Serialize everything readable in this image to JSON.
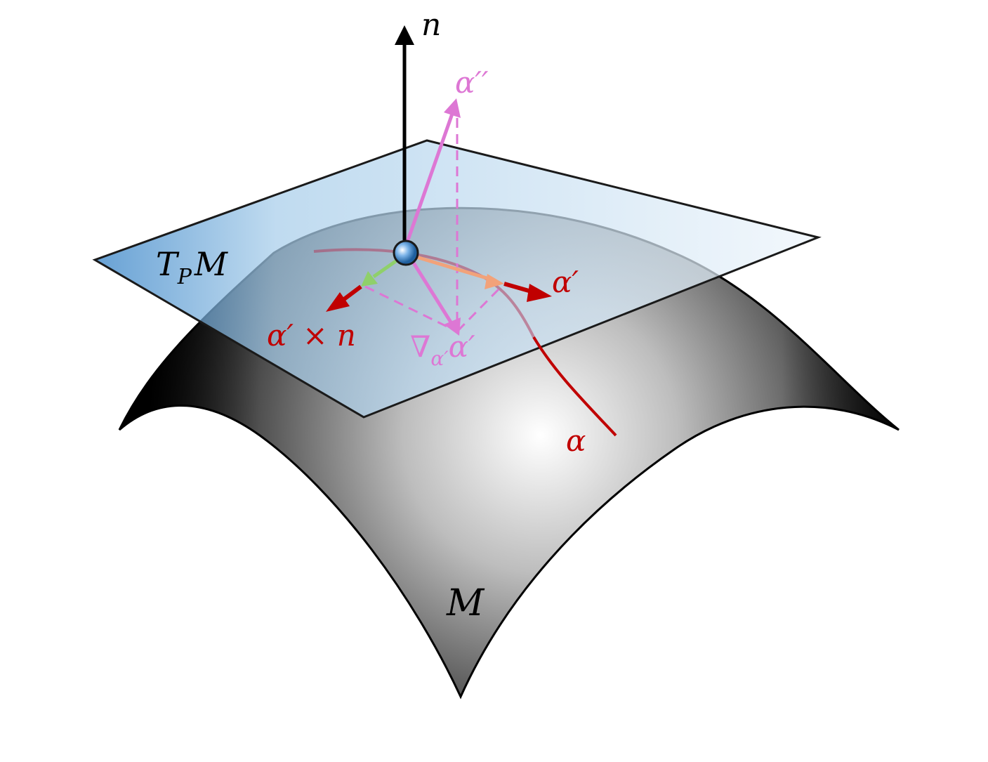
{
  "colors": {
    "normal": "#000000",
    "curve": "#c00000",
    "accel": "#dd77d4",
    "tangent_light": "#f2a27a",
    "binormal_light": "#8fd06a",
    "plane_fill": "#a9cde8",
    "plane_edge": "#1a1a1a",
    "surface_dark": "#000000",
    "surface_light": "#ffffff",
    "point": "#4a90d9"
  },
  "labels": {
    "normal": "n",
    "second_derivative": "α′′",
    "tangent_plane_main": "T",
    "tangent_plane_sub": "P",
    "tangent_plane_tail": "M",
    "tangent": "α′",
    "cross_product": "α′ × n",
    "covariant_nabla": "∇",
    "covariant_sub": "α′",
    "covariant_tail": "α′",
    "curve": "α",
    "surface": "M"
  }
}
